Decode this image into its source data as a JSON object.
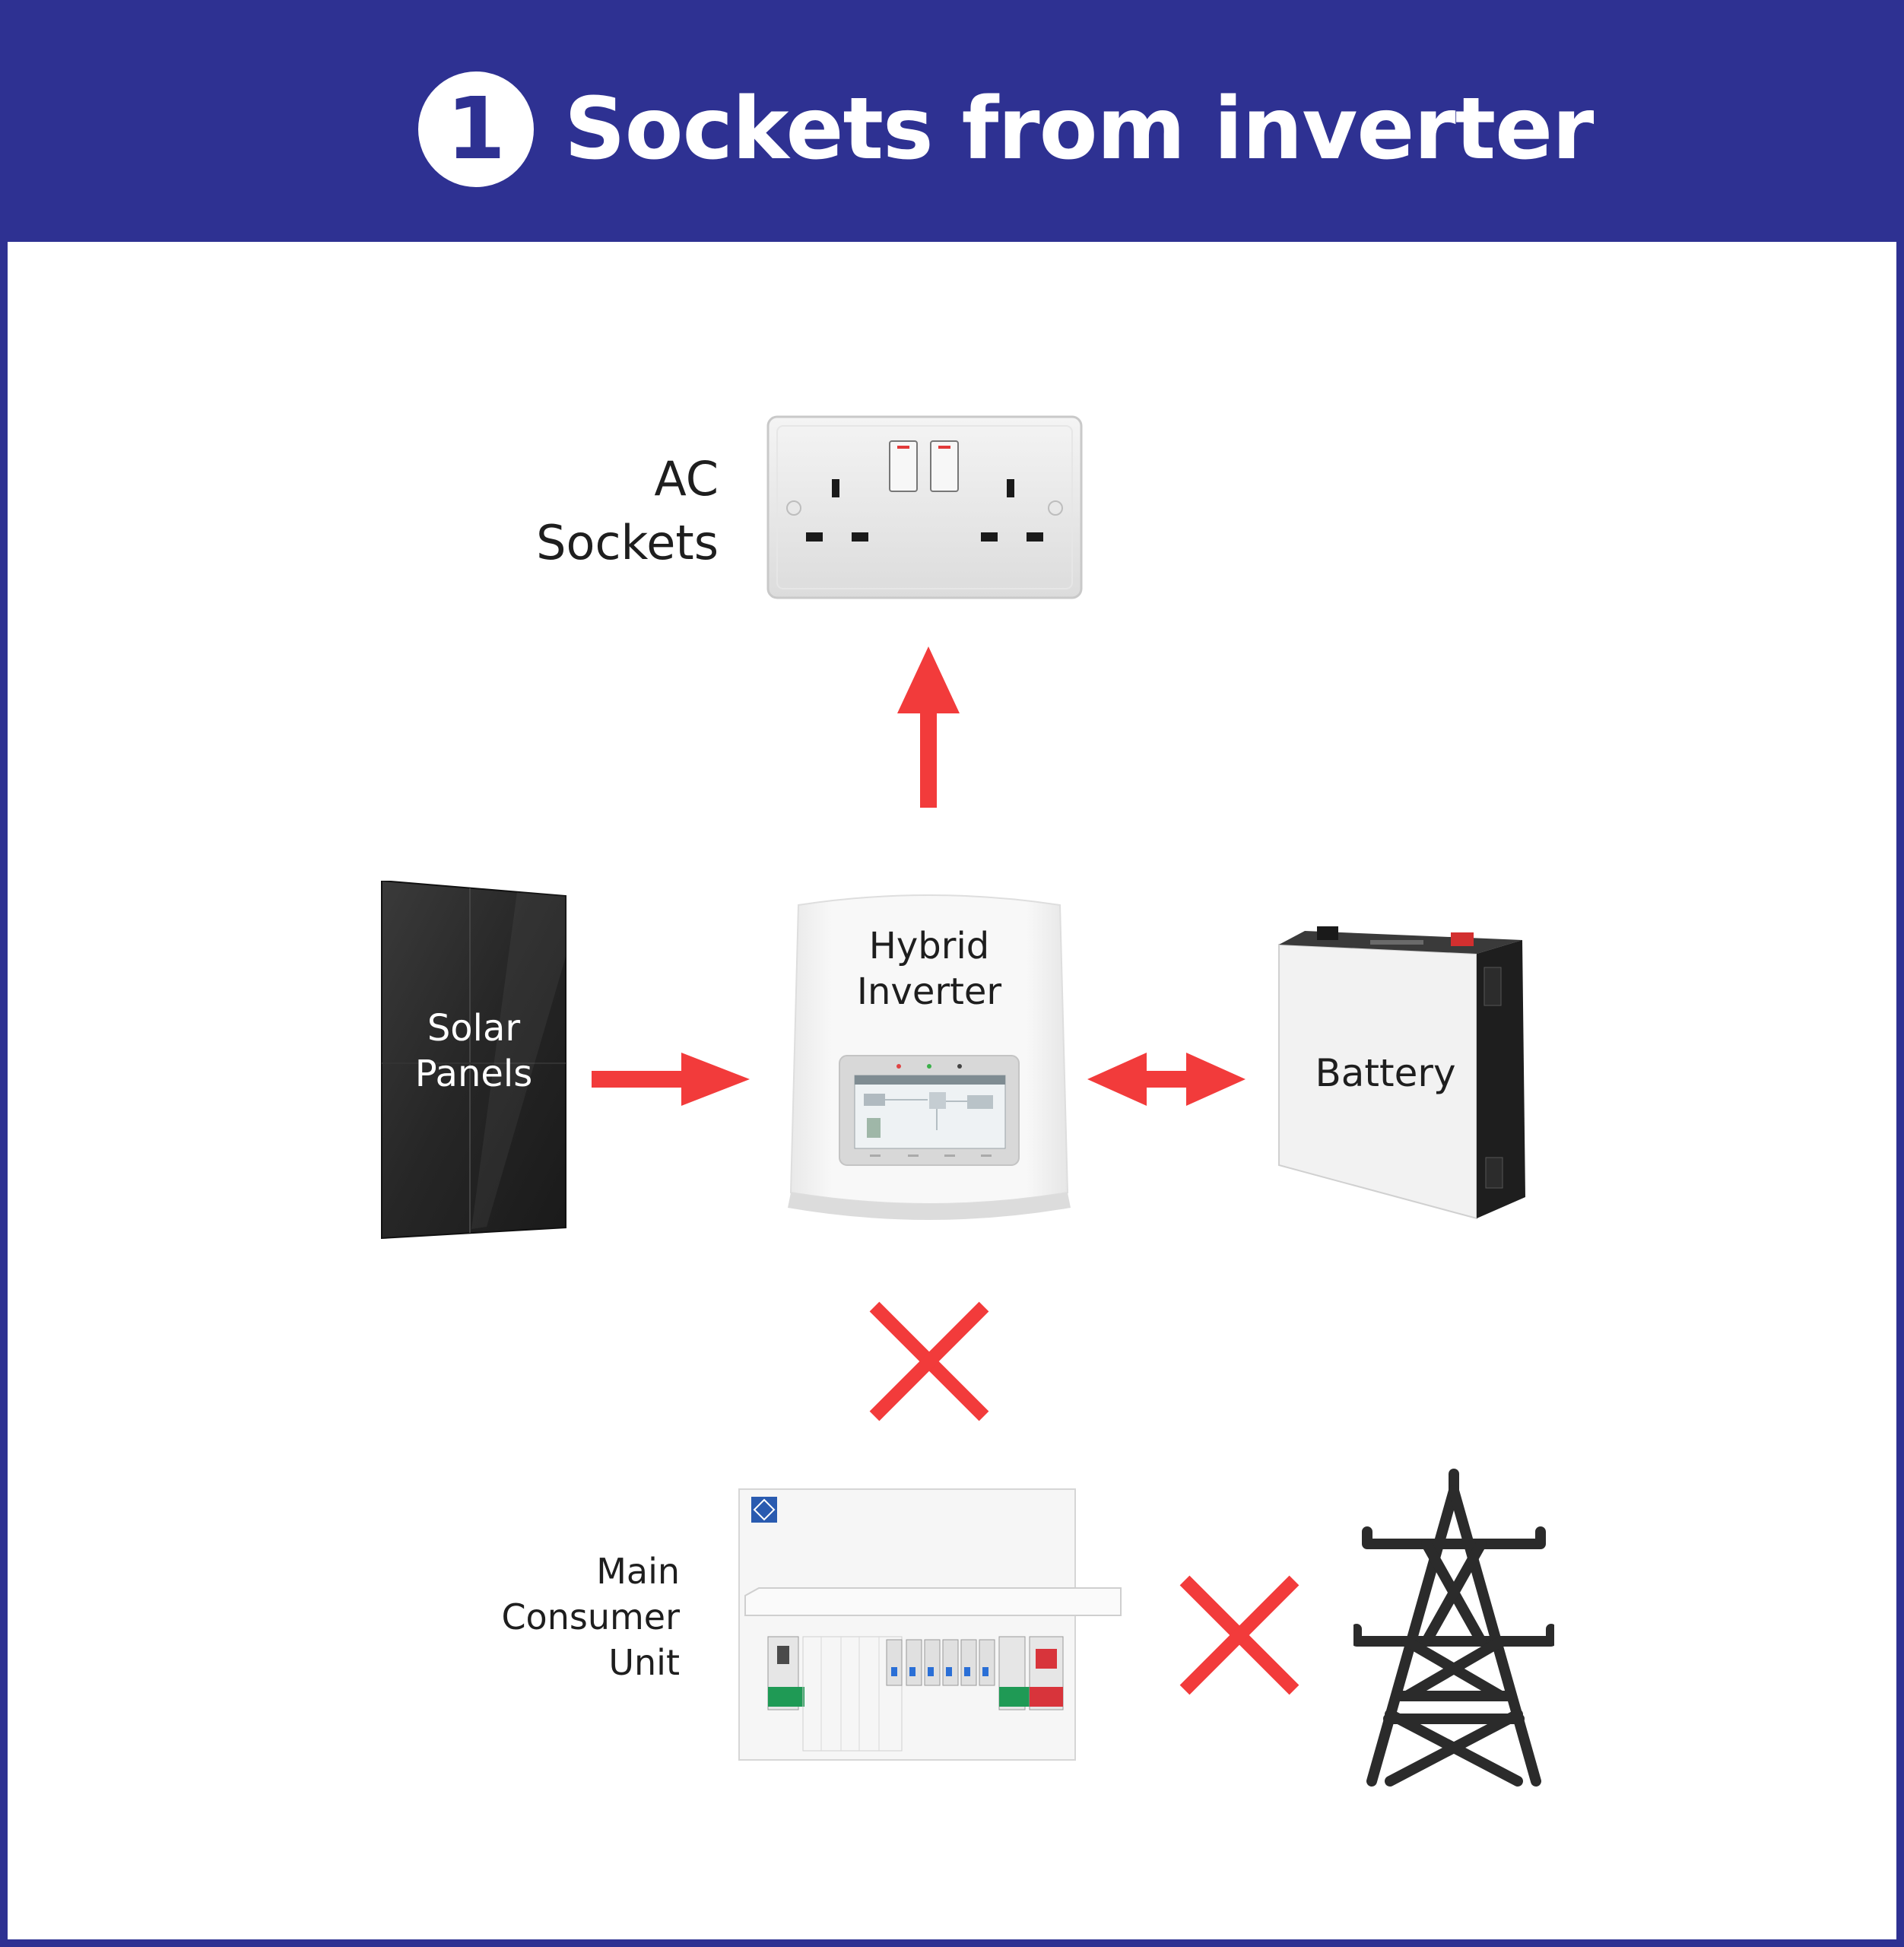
{
  "header": {
    "step_number": "1",
    "title": "Sockets from inverter"
  },
  "nodes": {
    "ac_sockets": {
      "line1": "AC",
      "line2": "Sockets"
    },
    "hybrid_inverter": {
      "line1": "Hybrid",
      "line2": "Inverter"
    },
    "solar_panels": {
      "line1": "Solar",
      "line2": "Panels"
    },
    "battery": {
      "label": "Battery"
    },
    "consumer_unit": {
      "line1": "Main",
      "line2": "Consumer",
      "line3": "Unit"
    }
  },
  "colors": {
    "header_bg": "#2e3192",
    "arrow": "#f23b3b",
    "cross": "#f23b3b",
    "pylon": "#2b2b2b"
  }
}
